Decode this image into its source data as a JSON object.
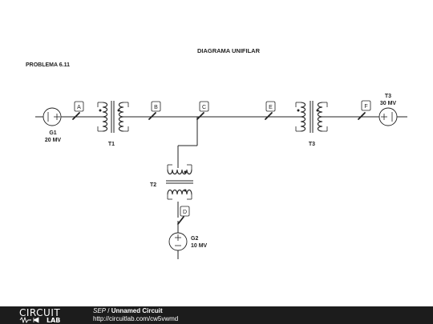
{
  "diagram": {
    "title": "DIAGRAMA UNIFILAR",
    "problem": "PROBLEMA 6.11",
    "buses": {
      "a": "A",
      "b": "B",
      "c": "C",
      "e": "E",
      "f": "F",
      "d": "D"
    },
    "g1": {
      "name": "G1",
      "rating": "20 MV"
    },
    "g2": {
      "name": "G2",
      "rating": "10 MV"
    },
    "t3_gen": {
      "name": "T3",
      "rating": "30 MV"
    },
    "transformers": {
      "t1": "T1",
      "t2": "T2",
      "t3": "T3"
    }
  },
  "footer": {
    "logo_top": "CIRCUIT",
    "logo_bottom": "LAB",
    "user": "SEP",
    "separator": " / ",
    "circuit_name": "Unnamed Circuit",
    "url": "http://circuitlab.com/cw5vwmd"
  },
  "colors": {
    "ink": "#222222",
    "footer_bg": "#1c1c1c",
    "background": "#ffffff"
  }
}
